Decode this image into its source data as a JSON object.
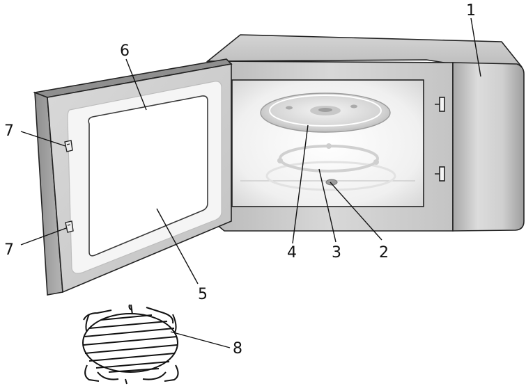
{
  "callouts": [
    {
      "number": "1"
    },
    {
      "number": "2"
    },
    {
      "number": "3"
    },
    {
      "number": "4"
    },
    {
      "number": "5"
    },
    {
      "number": "6"
    },
    {
      "number": "7"
    },
    {
      "number": "7"
    },
    {
      "number": "8"
    }
  ],
  "colors": {
    "body_light": "#e6e6e6",
    "body_mid": "#cfcfcf",
    "body_dark": "#a9a9a9",
    "cavity": "#f2f2f2",
    "window": "#ffffff",
    "outline": "#222222"
  }
}
